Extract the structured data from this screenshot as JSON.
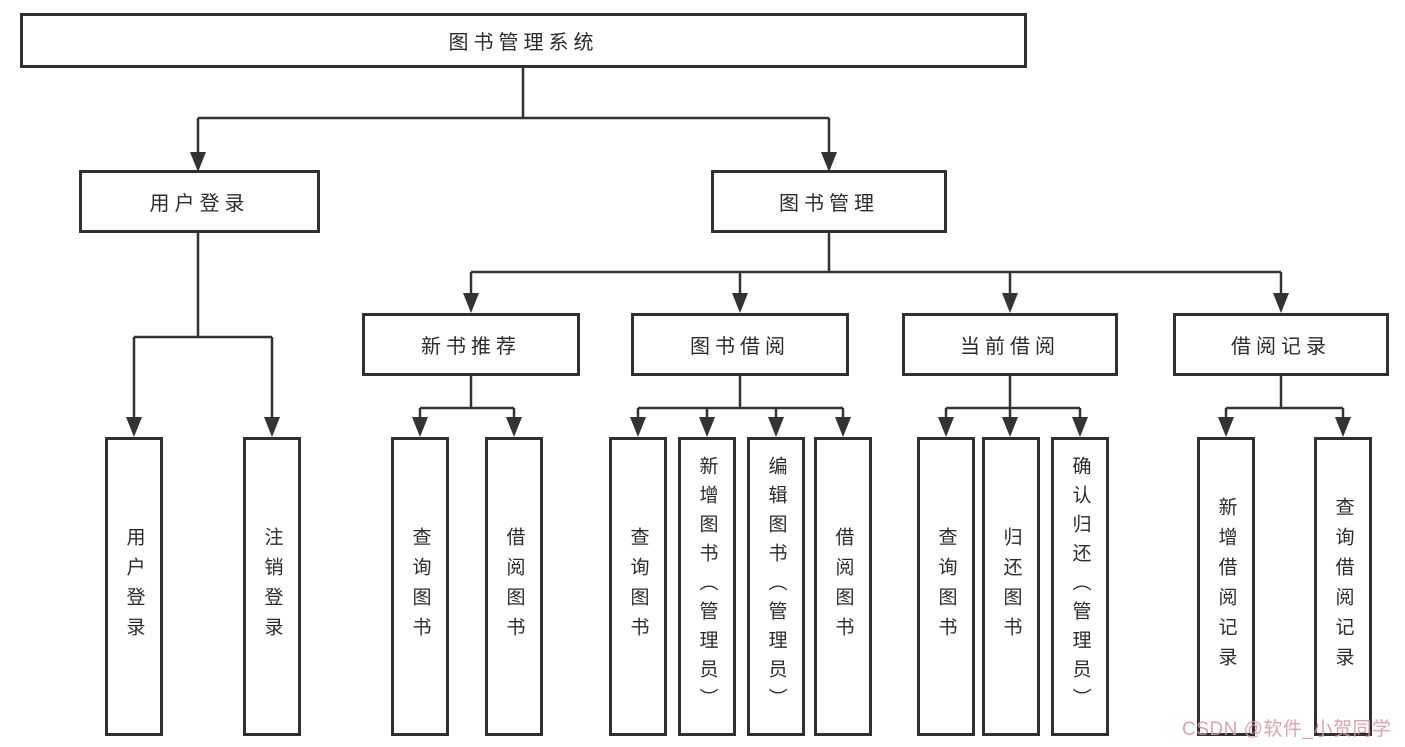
{
  "tree": {
    "label": "图书管理系统",
    "children": [
      {
        "label": "用户登录",
        "children": [
          {
            "label": "用户登录"
          },
          {
            "label": "注销登录"
          }
        ]
      },
      {
        "label": "图书管理",
        "children": [
          {
            "label": "新书推荐",
            "children": [
              {
                "label": "查询图书"
              },
              {
                "label": "借阅图书"
              }
            ]
          },
          {
            "label": "图书借阅",
            "children": [
              {
                "label": "查询图书"
              },
              {
                "label": "新增图书（管理员）"
              },
              {
                "label": "编辑图书（管理员）"
              },
              {
                "label": "借阅图书"
              }
            ]
          },
          {
            "label": "当前借阅",
            "children": [
              {
                "label": "查询图书"
              },
              {
                "label": "归还图书"
              },
              {
                "label": "确认归还（管理员）"
              }
            ]
          },
          {
            "label": "借阅记录",
            "children": [
              {
                "label": "新增借阅记录"
              },
              {
                "label": "查询借阅记录"
              }
            ]
          }
        ]
      }
    ]
  },
  "watermark": {
    "text": "CSDN @软件_小贺同学",
    "color": "#d89aa2"
  },
  "colors": {
    "background": "#ffffff",
    "box_border": "#303030",
    "connector": "#333333",
    "text": "#2b2b2b"
  }
}
